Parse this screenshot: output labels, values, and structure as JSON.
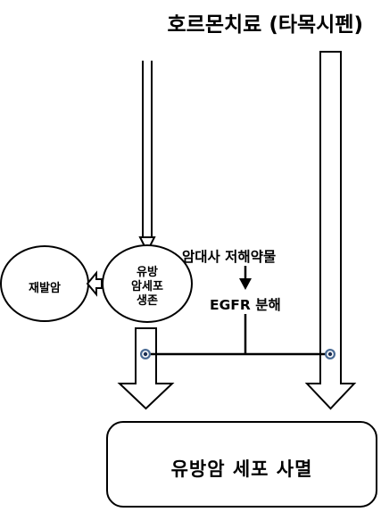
{
  "title": "호르몬치료 (타목시펜)",
  "nodes": {
    "relapse": "재발암",
    "survival_lines": [
      "유방",
      "암세포",
      "생존"
    ],
    "cell_death": "유방암 세포 사멸"
  },
  "labels": {
    "inhibitor": "암대사 저해약물",
    "egfr": "EGFR 분해"
  },
  "colors": {
    "stroke": "#000000",
    "node_fill": "#ffffff",
    "junction_outer": "#4a6b94",
    "junction_inner": "#1c2f52"
  }
}
